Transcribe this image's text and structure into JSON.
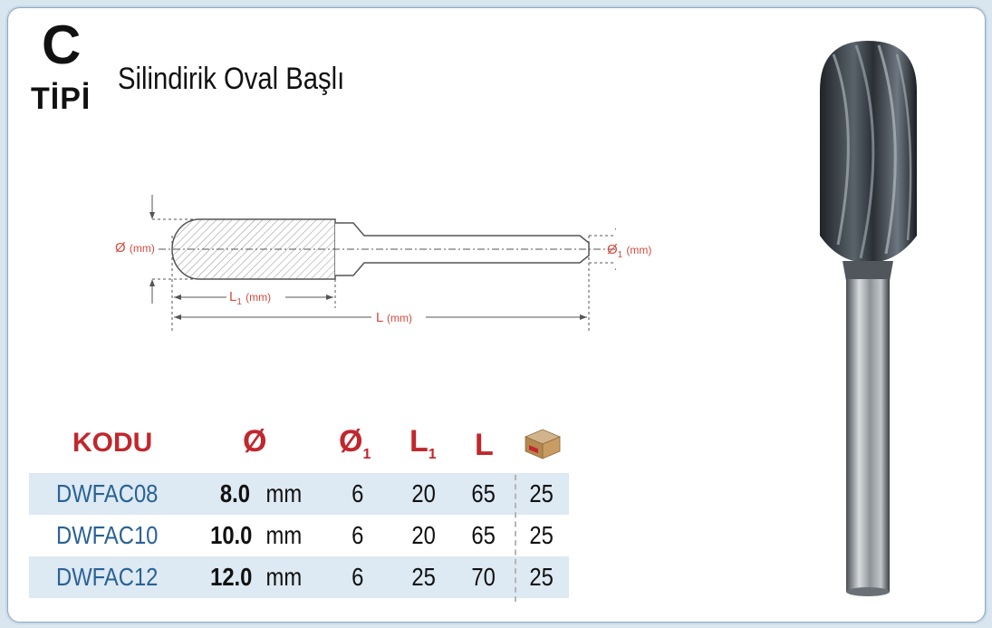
{
  "header": {
    "type_letter": "C",
    "type_word": "TİPİ",
    "title": "Silindirik Oval Başlı"
  },
  "diagram": {
    "diameter_label": "Ø",
    "diameter_unit": "(mm)",
    "shank_label": "Ø",
    "shank_sub": "1",
    "shank_unit": "(mm)",
    "head_length_label": "L",
    "head_length_sub": "1",
    "head_length_unit": "(mm)",
    "total_length_label": "L",
    "total_length_unit": "(mm)"
  },
  "table": {
    "headers": {
      "code": "KODU",
      "diameter": "Ø",
      "shank": "Ø",
      "shank_sub": "1",
      "head_length": "L",
      "head_length_sub": "1",
      "total_length": "L",
      "pack_icon": "box-icon"
    },
    "rows": [
      {
        "code": "DWFAC08",
        "diameter": "8.0",
        "unit": "mm",
        "shank": "6",
        "head_length": "20",
        "total_length": "65",
        "pack": "25"
      },
      {
        "code": "DWFAC10",
        "diameter": "10.0",
        "unit": "mm",
        "shank": "6",
        "head_length": "20",
        "total_length": "65",
        "pack": "25"
      },
      {
        "code": "DWFAC12",
        "diameter": "12.0",
        "unit": "mm",
        "shank": "6",
        "head_length": "25",
        "total_length": "70",
        "pack": "25"
      }
    ]
  },
  "colors": {
    "accent_red": "#c1272d",
    "code_blue": "#2a6296",
    "row_shade": "#dde9f3"
  }
}
